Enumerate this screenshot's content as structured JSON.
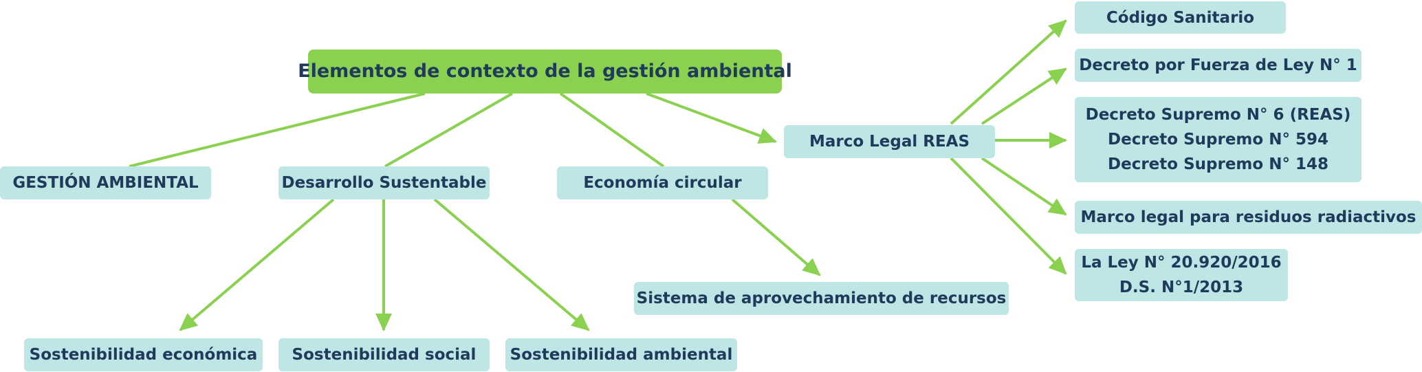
{
  "diagram": {
    "root": "Elementos de contexto de la gestión ambiental",
    "nodes": {
      "gestion_ambiental": "GESTIÓN AMBIENTAL",
      "desarrollo_sustentable": "Desarrollo Sustentable",
      "economia_circular": "Economía circular",
      "marco_legal_reas": "Marco Legal REAS",
      "sostenibilidad_economica": "Sostenibilidad económica",
      "sostenibilidad_social": "Sostenibilidad social",
      "sostenibilidad_ambiental": "Sostenibilidad ambiental",
      "sistema_aprovechamiento": "Sistema de aprovechamiento de recursos",
      "codigo_sanitario": "Código Sanitario",
      "decreto_fuerza_ley": "Decreto por Fuerza de Ley N° 1",
      "decretos_supremos": [
        "Decreto Supremo N° 6 (REAS)",
        "Decreto Supremo N° 594",
        "Decreto Supremo N° 148"
      ],
      "marco_residuos_radiactivos": "Marco legal para residuos radiactivos",
      "ley_20920": [
        "La Ley N° 20.920/2016",
        "D.S. N°1/2013"
      ]
    },
    "colors": {
      "root_fill": "#8bd150",
      "node_fill": "#bde6e4",
      "text": "#1f3a5a",
      "connector": "#8bd150"
    }
  }
}
